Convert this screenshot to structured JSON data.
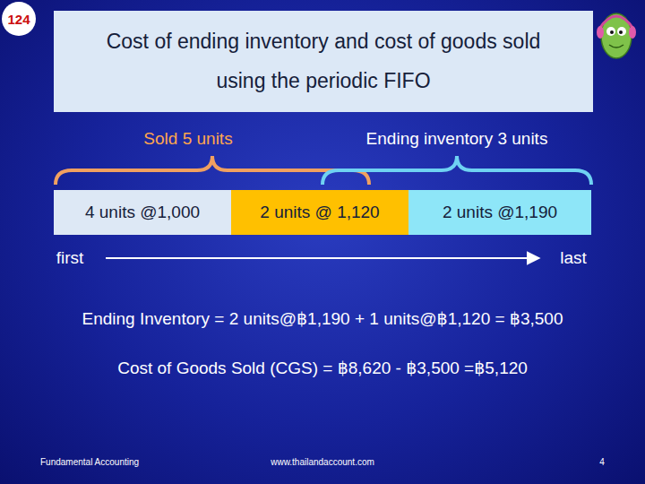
{
  "diagram": {
    "title": "Cost of ending inventory and cost of goods sold using the periodic FIFO",
    "nodes": [
      {
        "text": [
          "124"
        ]
      },
      {
        "text": [
          "4 units @1,000"
        ]
      },
      {
        "text": [
          "2 units @ 1,120"
        ]
      },
      {
        "text": [
          "2 units @1,190"
        ]
      }
    ],
    "labels": [
      "Sold 5 units",
      "Ending inventory 3 units",
      "first",
      "last",
      "Ending Inventory = 2 units@฿1,190 + 1 units@฿1,120 = ฿3,500",
      "Cost of Goods Sold (CGS) = ฿8,620 - ฿3,500 =฿5,120",
      "Fundamental Accounting",
      "www.thailandaccount.com",
      "4"
    ]
  }
}
